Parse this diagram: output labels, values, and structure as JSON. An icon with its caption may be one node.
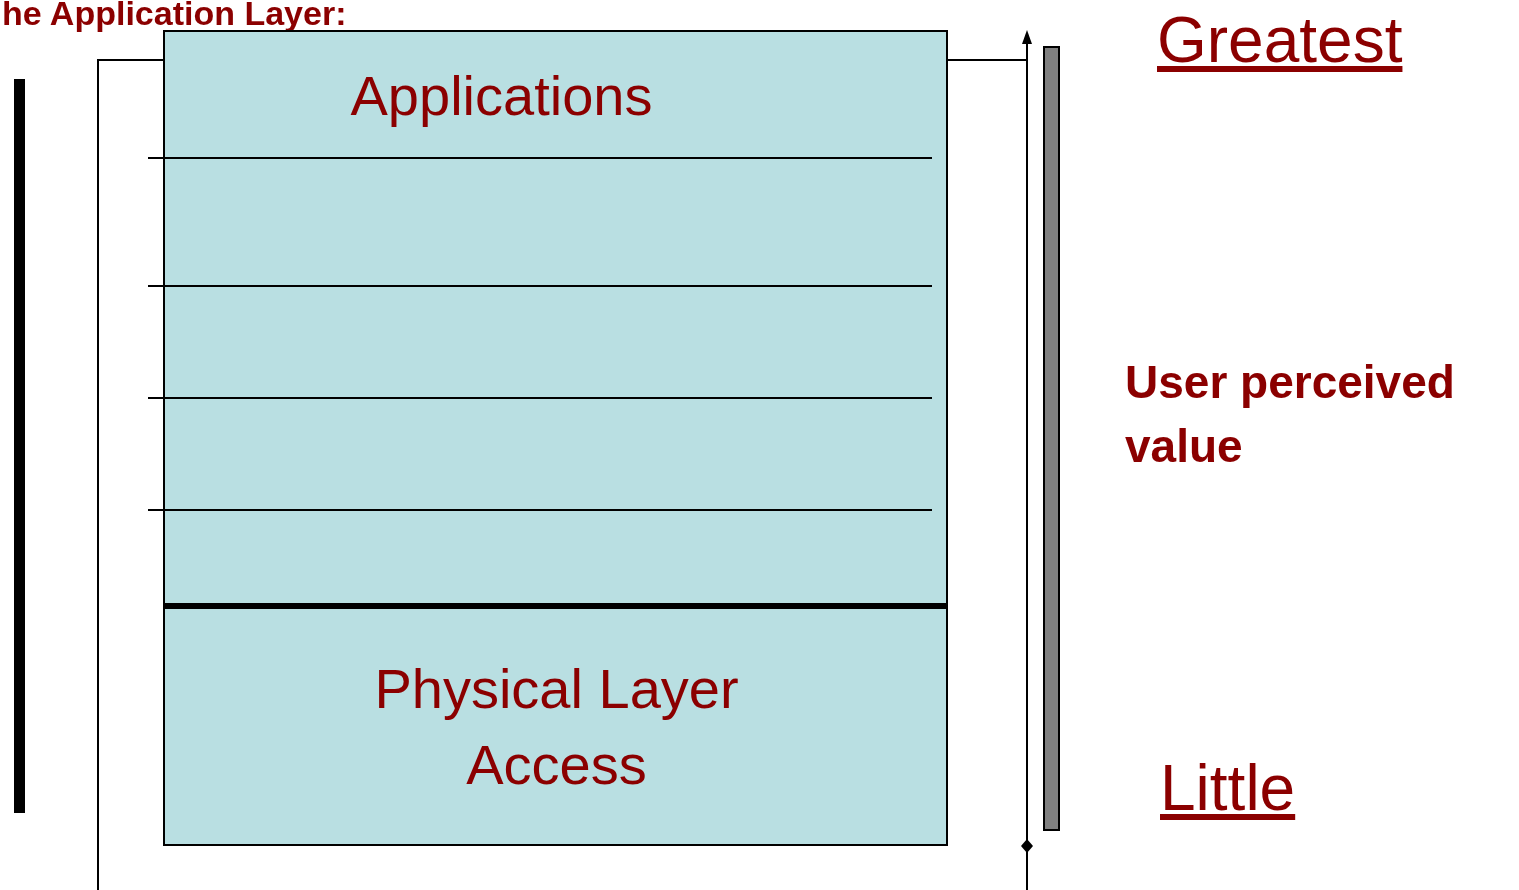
{
  "diagram": {
    "title": "he Application Layer:",
    "nodes": [
      {
        "text": [],
        "shape": "box"
      },
      {
        "text": [
          "Applications"
        ],
        "in": 0
      },
      {
        "text": [
          "Physical Layer Access"
        ],
        "in": 0
      },
      {
        "text": [],
        "shape": "bar"
      }
    ],
    "edges": [],
    "labels": [
      "Greatest",
      "User perceived value",
      "Little"
    ]
  }
}
